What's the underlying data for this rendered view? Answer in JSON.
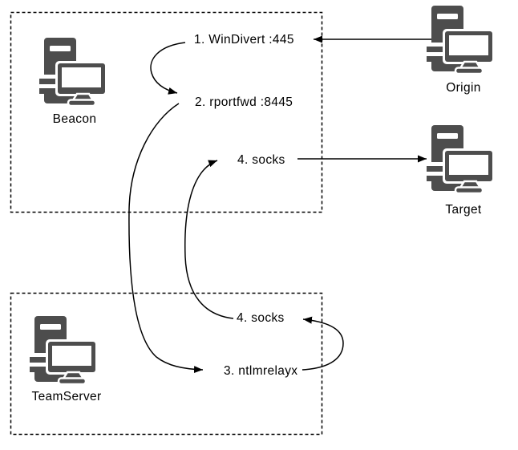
{
  "diagram": {
    "colors": {
      "background": "#ffffff",
      "icon": "#4d4d4d",
      "line": "#000000",
      "text": "#000000"
    },
    "nodes": {
      "beacon": {
        "label": "Beacon"
      },
      "teamserver": {
        "label": "TeamServer"
      },
      "origin": {
        "label": "Origin"
      },
      "target": {
        "label": "Target"
      }
    },
    "steps": {
      "windivert": {
        "label": "1. WinDivert :445"
      },
      "rportfwd": {
        "label": "2. rportfwd :8445"
      },
      "socks_beacon": {
        "label": "4. socks"
      },
      "ntlmrelayx": {
        "label": "3. ntlmrelayx"
      },
      "socks_teamserver": {
        "label": "4. socks"
      }
    },
    "connections": [
      {
        "from": "origin",
        "to": "windivert"
      },
      {
        "from": "windivert",
        "to": "rportfwd"
      },
      {
        "from": "rportfwd",
        "to": "ntlmrelayx"
      },
      {
        "from": "ntlmrelayx",
        "to": "socks_teamserver"
      },
      {
        "from": "socks_teamserver",
        "to": "socks_beacon"
      },
      {
        "from": "socks_beacon",
        "to": "target"
      }
    ]
  }
}
